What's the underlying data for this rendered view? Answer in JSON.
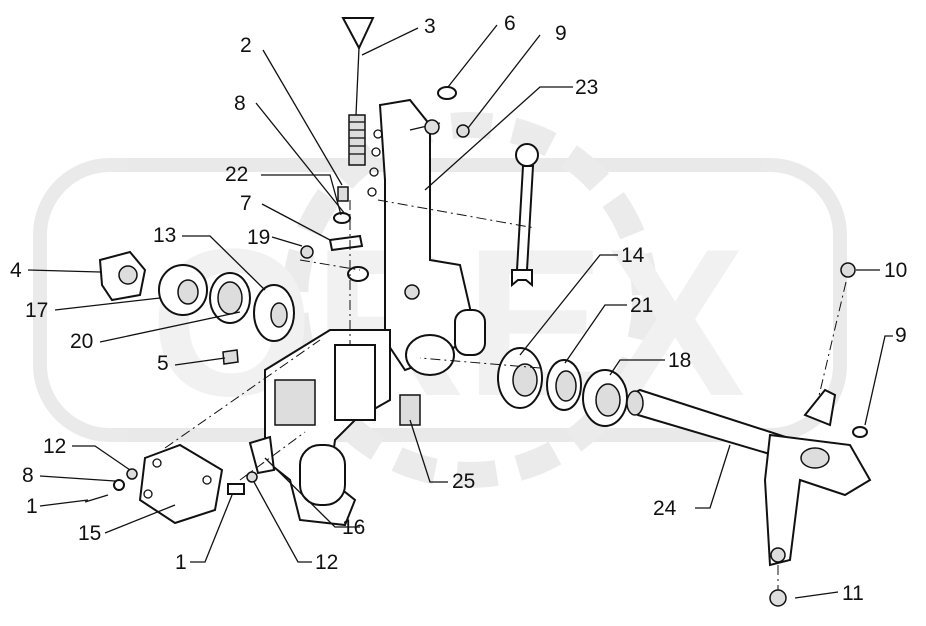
{
  "watermark": {
    "text": "OREX",
    "color": "#e4e4e4"
  },
  "callouts": [
    {
      "key": "c3",
      "label": "3"
    },
    {
      "key": "c2",
      "label": "2"
    },
    {
      "key": "c6",
      "label": "6"
    },
    {
      "key": "c9a",
      "label": "9"
    },
    {
      "key": "c23",
      "label": "23"
    },
    {
      "key": "c8a",
      "label": "8"
    },
    {
      "key": "c22",
      "label": "22"
    },
    {
      "key": "c7",
      "label": "7"
    },
    {
      "key": "c13",
      "label": "13"
    },
    {
      "key": "c19",
      "label": "19"
    },
    {
      "key": "c4",
      "label": "4"
    },
    {
      "key": "c17",
      "label": "17"
    },
    {
      "key": "c20",
      "label": "20"
    },
    {
      "key": "c5",
      "label": "5"
    },
    {
      "key": "c14",
      "label": "14"
    },
    {
      "key": "c21",
      "label": "21"
    },
    {
      "key": "c18",
      "label": "18"
    },
    {
      "key": "c10",
      "label": "10"
    },
    {
      "key": "c9b",
      "label": "9"
    },
    {
      "key": "c12a",
      "label": "12"
    },
    {
      "key": "c8b",
      "label": "8"
    },
    {
      "key": "c1a",
      "label": "1"
    },
    {
      "key": "c15",
      "label": "15"
    },
    {
      "key": "c16",
      "label": "16"
    },
    {
      "key": "c25",
      "label": "25"
    },
    {
      "key": "c24",
      "label": "24"
    },
    {
      "key": "c1b",
      "label": "1"
    },
    {
      "key": "c12b",
      "label": "12"
    },
    {
      "key": "c11",
      "label": "11"
    }
  ]
}
